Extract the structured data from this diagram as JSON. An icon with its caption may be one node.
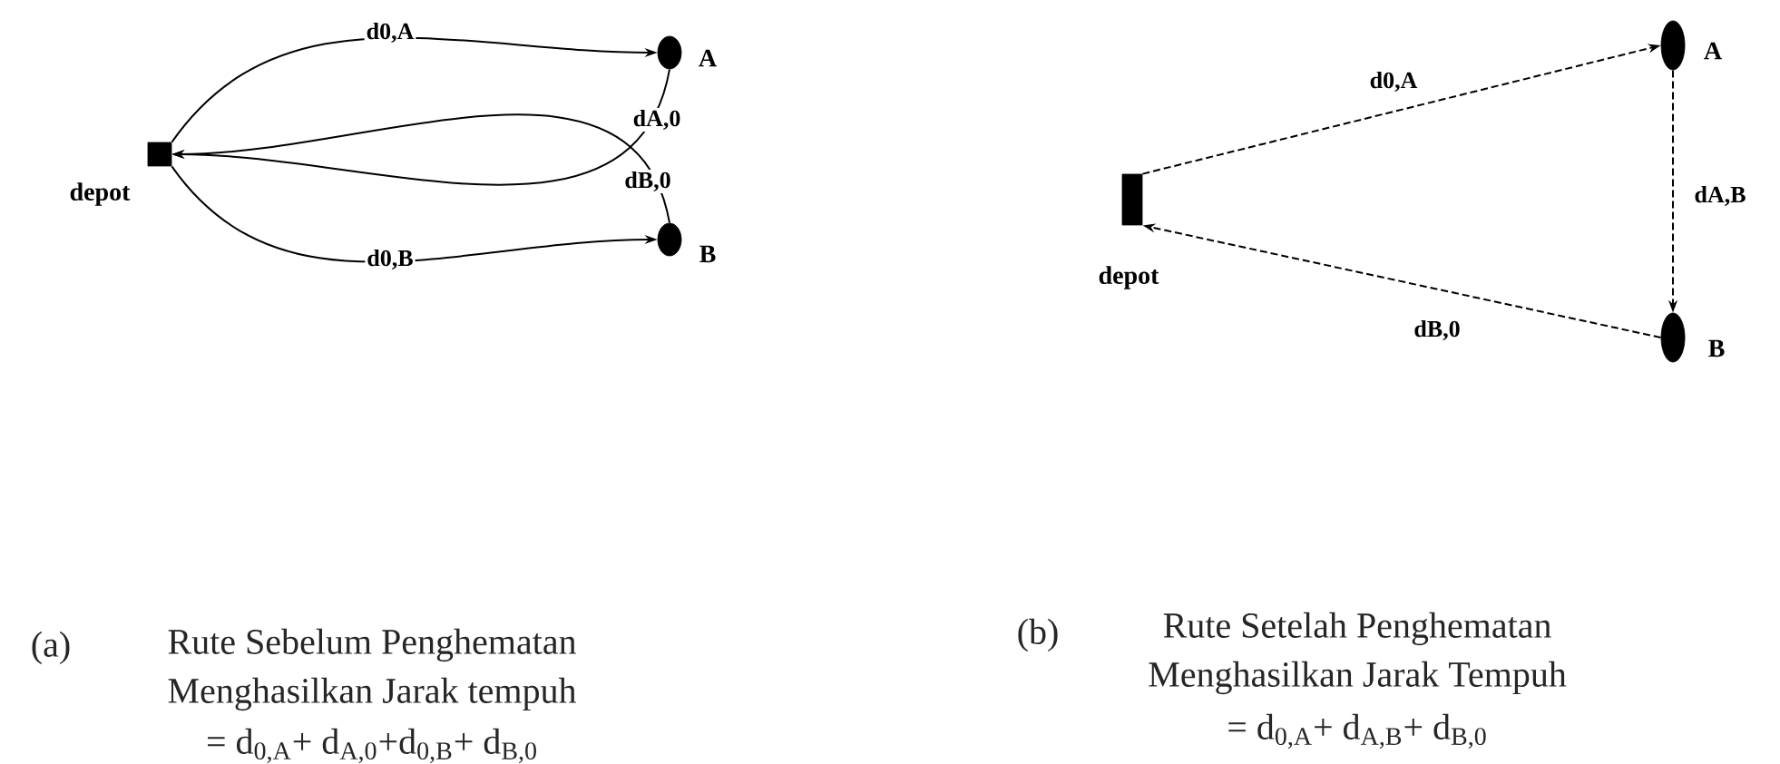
{
  "diagram": {
    "nodes": [
      {
        "text": [
          "depot"
        ]
      },
      {
        "text": [
          "A"
        ]
      },
      {
        "text": [
          "B"
        ]
      },
      {
        "text": [
          "depot"
        ]
      },
      {
        "text": [
          "A"
        ]
      },
      {
        "text": [
          "B"
        ]
      }
    ],
    "edges": [
      {
        "from": 0,
        "to": 1,
        "arrow": "to",
        "label": "d0,A"
      },
      {
        "from": 1,
        "to": 0,
        "arrow": "to",
        "label": "dA,0"
      },
      {
        "from": 2,
        "to": 0,
        "arrow": "to",
        "label": "dB,0"
      },
      {
        "from": 0,
        "to": 2,
        "arrow": "to",
        "label": "d0,B"
      },
      {
        "from": 3,
        "to": 4,
        "arrow": "to",
        "label": "d0,A",
        "style": "dashed"
      },
      {
        "from": 4,
        "to": 5,
        "arrow": "to",
        "label": "dA,B",
        "style": "dashed"
      },
      {
        "from": 5,
        "to": 3,
        "arrow": "to",
        "label": "dB,0",
        "style": "dashed"
      }
    ],
    "labels": [
      "(a)",
      "Rute Sebelum Penghematan Menghasilkan Jarak tempuh",
      "= d$_{0,A}$+ d$_{A,0}$+d$_{0,B}$+ d$_{B,0}$",
      "(b)",
      "Rute Setelah Penghematan Menghasilkan Jarak Tempuh",
      "= d$_{0,A}$+ d$_{A,B}$+ d$_{B,0}$"
    ]
  }
}
